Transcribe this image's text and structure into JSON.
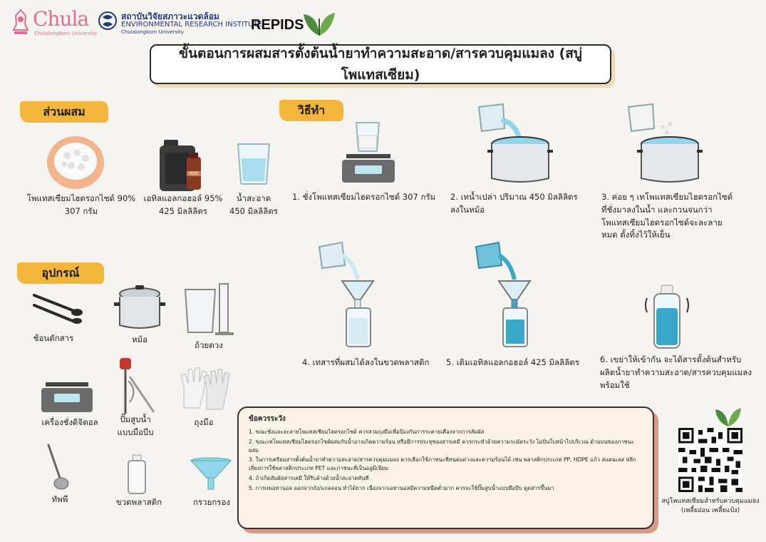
{
  "header": {
    "chula_name": "Chula",
    "chula_sub": "Chulalongkorn University",
    "eri_th": "สถาบันวิจัยสภาวะแวดล้อม",
    "eri_en": "ENVIRONMENTAL RESEARCH INSTITUTE",
    "eri_sub": "Chulalongkorn University",
    "repids": "REPIDS"
  },
  "title": "ขั้นตอนการผสมสารตั้งต้นน้ำยาทำความสะอาด/สารควบคุมแมลง (สบู่โพแทสเซียม)",
  "sections": {
    "ingredients": "ส่วนผสม",
    "method": "วิธีทำ",
    "equipment": "อุปกรณ์"
  },
  "ingredients": [
    {
      "name": "โพแทสเซียมไฮดรอกไซด์ 90%",
      "amount": "307 กรัม"
    },
    {
      "name": "เอทิลแอลกอฮอล์ 95%",
      "amount": "425 มิลลิลิตร"
    },
    {
      "name": "น้ำสะอาด",
      "amount": "450 มิลลิลิตร"
    }
  ],
  "koh_label": "KOH",
  "steps": [
    {
      "lines": [
        "1. ชั่งโพแทสเซียมไฮดรอกไซด์ 307 กรัม"
      ]
    },
    {
      "lines": [
        "2. เทน้ำเปล่า ปริมาณ 450 มิลลิลิตร",
        "ลงในหม้อ"
      ]
    },
    {
      "lines": [
        "3. ค่อย ๆ เทโพแทสเซียมไฮดรอกไซด์",
        "ที่ชั่งมาลงในน้ำ และกวนจนกว่า",
        "โพแทสเซียมไฮดรอกไซด์จะละลาย",
        "หมด ตั้งทิ้งไว้ให้เย็น"
      ]
    },
    {
      "lines": [
        "4. เทสารที่ผสมได้ลงในขวดพลาสติก"
      ]
    },
    {
      "lines": [
        "5. เติมเอทิลแอลกอฮอล์ 425 มิลลิลิตร"
      ]
    },
    {
      "lines": [
        "6. เขย่าให้เข้ากัน จะได้สารตั้งต้นสำหรับ",
        "ผลิตน้ำยาทำความสะอาด/สารควบคุมแมลง",
        "พร้อมใช้"
      ]
    }
  ],
  "equipment": [
    {
      "lines": [
        "ช้อนตักสาร"
      ]
    },
    {
      "lines": [
        "หม้อ"
      ]
    },
    {
      "lines": [
        "ถ้วยตวง"
      ]
    },
    {
      "lines": [
        "เครื่องชั่งดิจิตอล"
      ]
    },
    {
      "lines": [
        "ปั๊มสูบน้ำ",
        "แบบมือบีบ"
      ]
    },
    {
      "lines": [
        "ถุงมือ"
      ]
    },
    {
      "lines": [
        "ทัพพี"
      ]
    },
    {
      "lines": [
        "ขวดพลาสติก"
      ]
    },
    {
      "lines": [
        "กรวยกรอง"
      ]
    }
  ],
  "warnings": {
    "title": "ข้อควรระวัง",
    "items": [
      "1. ขณะชั่งและละลายโพแทสเซียมไฮดรอกไซด์ ควรสวมถุงมือเพื่อป้องกันการระคายเคืองจากการสัมผัส",
      "2. ขณะเทโพแทสเซียมไฮดรอกไซด์ผสมกับน้ำอาจเกิดความร้อน หรือมีการประทุของสารเคมี ควรกระทำด้วยความระมัดระวัง ไม่ปั่นใบหน้าไปบริเวณ ด้านบนของภาชนะผสม",
      "3. ในการเตรียมสารตั้งต้นน้ำยาทำความสะอาด/สารควบคุมแมลง ควรเลือกใช้ภาชนะที่ทนต่อด่างและความร้อนได้ เช่น พลาสติกประเภท PP, HDPE แก้ว สแตนเลส หลีกเลี่ยงการใช้พลาสติกประเภท PET และภาชนะที่เป็นอลูมิเนียม",
      "4. ถ้าเกิดสัมผัสสารเคมี ให้รีบล้างด้วยน้ำสะอาดทันที",
      "5. การเทเอทานอล ออกจากถัง/แกลลอน ทำได้ยาก เนื่องจากเอทานอลมีความหนืดต่ำมาก ควรจะใช้ปั๊มสูบน้ำแบบมือบีบ ดูดสารขึ้นมา"
    ]
  },
  "qr_caption": [
    "สบู่โพแทสเซียมสำหรับควบคุมแมลง",
    "(เพลี้ยอ่อน เพลี้ยแป้ง)"
  ],
  "colors": {
    "ribbon": "#f3b63a",
    "water": "#8fd6ea",
    "liquid_blue": "#39a7c9"
  }
}
